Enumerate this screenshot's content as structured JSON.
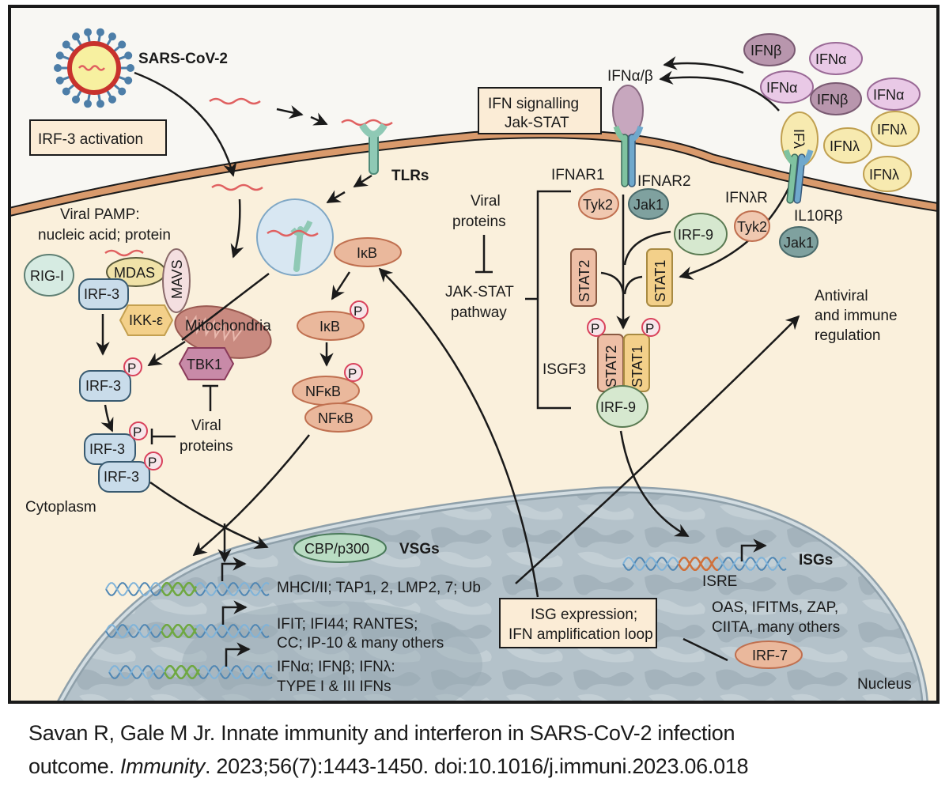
{
  "figure": {
    "virus_label": "SARS-CoV-2",
    "irf3_box": "IRF-3 activation",
    "ifn_box_line1": "IFN signalling",
    "ifn_box_line2": "Jak-STAT",
    "tlrs": "TLRs",
    "pamp_line1": "Viral PAMP:",
    "pamp_line2": "nucleic acid; protein",
    "rigi": "RIG-I",
    "mdas": "MDAS",
    "mavs": "MAVS",
    "ikke": "IKK-ε",
    "mito": "Mitochondria",
    "tbk1": "TBK1",
    "irf3": "IRF-3",
    "p": "P",
    "viral1_line1": "Viral",
    "viral1_line2": "proteins",
    "cytoplasm": "Cytoplasm",
    "ikb": "IκB",
    "nfkb": "NFκB",
    "ifnab": "IFNα/β",
    "ifnar1": "IFNAR1",
    "ifnar2": "IFNAR2",
    "tyk2": "Tyk2",
    "jak1": "Jak1",
    "irf9": "IRF-9",
    "stat1": "STAT1",
    "stat2": "STAT2",
    "isgf3": "ISGF3",
    "viral2_line1": "Viral",
    "viral2_line2": "proteins",
    "jakstat_line1": "JAK-STAT",
    "jakstat_line2": "pathway",
    "ifnlr": "IFNλR",
    "il10rb": "IL10Rβ",
    "iflambda_bound": "IFλ",
    "ifn_beta": "IFNβ",
    "ifn_alpha": "IFNα",
    "ifn_lambda": "IFNλ",
    "antiviral_line1": "Antiviral",
    "antiviral_line2": "and immune",
    "antiviral_line3": "regulation",
    "cbp": "CBP/p300",
    "vsgs": "VSGs",
    "gene1": "MHCI/II; TAP1, 2, LMP2, 7; Ub",
    "gene2_line1": "IFIT; IFI44; RANTES;",
    "gene2_line2": "CC; IP-10 & many others",
    "gene3_line1": "IFNα; IFNβ; IFNλ:",
    "gene3_line2": "TYPE I & III IFNs",
    "isgs": "ISGs",
    "isre": "ISRE",
    "isg_list_line1": "OAS, IFITMs, ZAP,",
    "isg_list_line2": "CIITA, many others",
    "isg_box_line1": "ISG expression;",
    "isg_box_line2": "IFN amplification loop",
    "irf7": "IRF-7",
    "nucleus": "Nucleus"
  },
  "caption": {
    "authors": "Savan R, Gale M Jr. Innate immunity and interferon in SARS-CoV-2 infection",
    "title_end": "outcome.",
    "journal": "Immunity",
    "details": ". 2023;56(7):1443-1450. doi:10.1016/j.immuni.2023.06.018"
  },
  "colors": {
    "extracellular": "#f8f7f3",
    "cytoplasm": "#faf0dc",
    "membrane": "#d99a6c",
    "nucleus": "#aebcc4",
    "irf3": "#c9dcea",
    "nfkb": "#eab89c",
    "ifn_alpha": "#e9c9e6",
    "ifn_beta": "#b896ad",
    "ifn_lambda": "#f7eab0",
    "irf9": "#d6e8cf",
    "jak1": "#7fa19f",
    "phospho_ring": "#d9415b",
    "rna": "#e06060"
  }
}
